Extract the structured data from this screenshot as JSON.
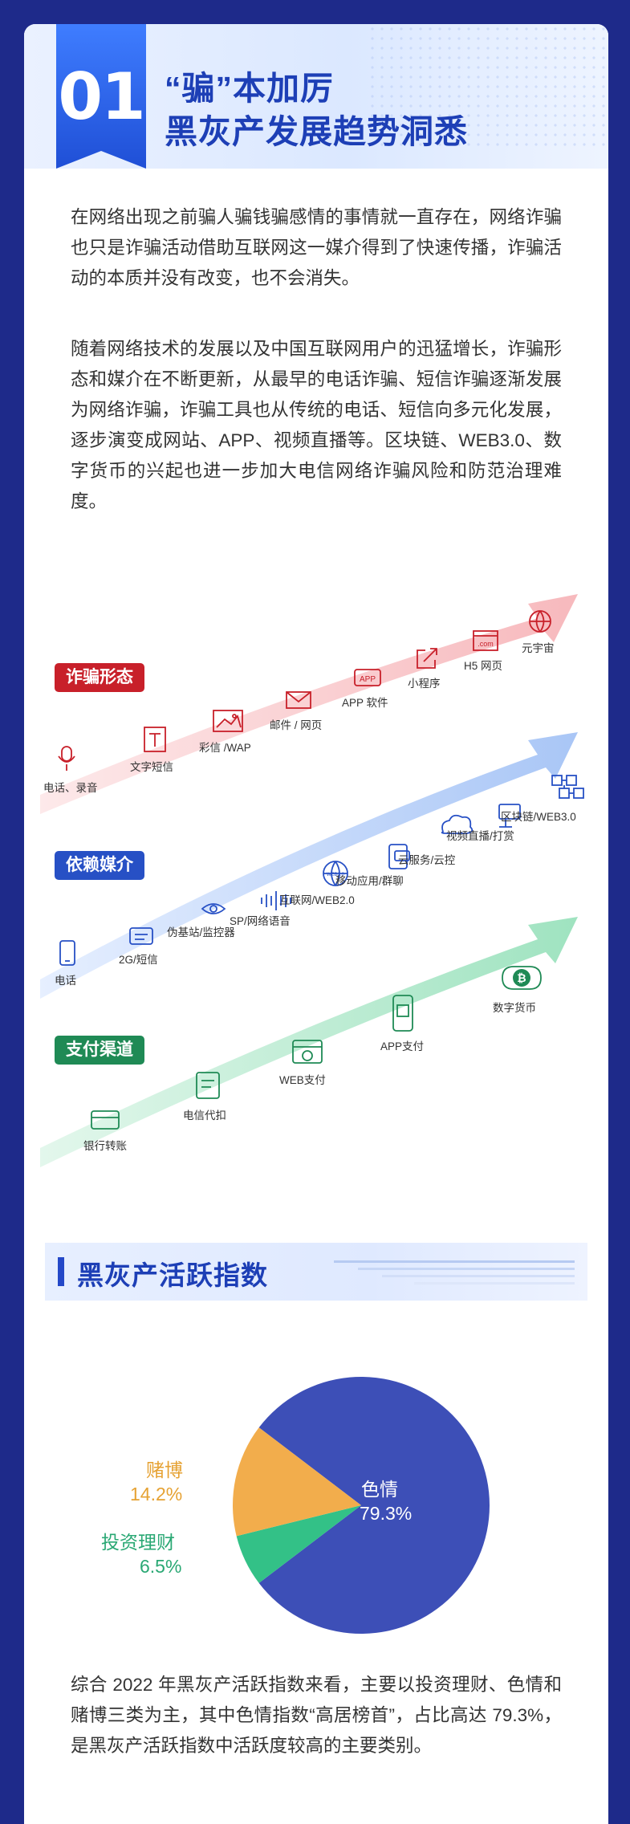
{
  "section1": {
    "number": "01",
    "title_line1": "“骗”本加厉",
    "title_line2": "黑灰产发展趋势洞悉",
    "para1": "在网络出现之前骗人骗钱骗感情的事情就一直存在，网络诈骗也只是诈骗活动借助互联网这一媒介得到了快速传播，诈骗活动的本质并没有改变，也不会消失。",
    "para2": "随着网络技术的发展以及中国互联网用户的迅猛增长，诈骗形态和媒介在不断更新，从最早的电话诈骗、短信诈骗逐渐发展为网络诈骗，诈骗工具也从传统的电话、短信向多元化发展，逐步演变成网站、APP、视频直播等。区块链、WEB3.0、数字货币的兴起也进一步加大电信网络诈骗风险和防范治理难度。"
  },
  "diagram": {
    "rows": [
      {
        "tag": "诈骗形态",
        "color": "#c8202a",
        "items": [
          "电话、录音",
          "文字短信",
          "彩信 /WAP",
          "邮件 / 网页",
          "APP 软件",
          "小程序",
          "H5 网页",
          "元宇宙"
        ],
        "icons": [
          "microphone-icon",
          "text-message-icon",
          "image-icon",
          "mail-icon",
          "app-icon",
          "mini-program-icon",
          "h5-webpage-icon",
          "metaverse-icon"
        ],
        "icon_text": {
          "app": "APP",
          "h5": ".com"
        }
      },
      {
        "tag": "依赖媒介",
        "color": "#2750c5",
        "items": [
          "电话",
          "2G/短信",
          "伪基站/监控器",
          "SP/网络语音",
          "互联网/WEB2.0",
          "移动应用/群聊",
          "云服务/云控",
          "视频直播/打赏",
          "区块链/WEB3.0"
        ],
        "icons": [
          "phone-icon",
          "sms-icon",
          "surveillance-eye-icon",
          "voice-wave-icon",
          "web-globe-icon",
          "mobile-chat-icon",
          "cloud-icon",
          "live-stream-icon",
          "blockchain-icon"
        ],
        "icon_text": {
          "web2": "WEB2.0"
        }
      },
      {
        "tag": "支付渠道",
        "color": "#1f8a55",
        "items": [
          "银行转账",
          "电信代扣",
          "WEB支付",
          "APP支付",
          "数字货币"
        ],
        "icons": [
          "bank-card-icon",
          "telecom-deduct-icon",
          "web-pay-icon",
          "app-pay-icon",
          "bitcoin-icon"
        ]
      }
    ]
  },
  "section2": {
    "title": "黑灰产活跃指数",
    "para": "综合 2022 年黑灰产活跃指数来看，主要以投资理财、色情和赌博三类为主，其中色情指数“高居榜首”，占比高达 79.3%，是黑灰产活跃指数中活跃度较高的主要类别。"
  },
  "colors": {
    "brand_blue": "#1d3fb6",
    "page_bg": "#1e2a8a",
    "pie_main": "#3d4fb7",
    "pie_gamble": "#f2ad4c",
    "pie_invest": "#33c187"
  },
  "chart_data": {
    "type": "pie",
    "categories": [
      "色情",
      "赌博",
      "投资理财"
    ],
    "values": [
      79.3,
      14.2,
      6.5
    ],
    "labels": [
      "79.3%",
      "14.2%",
      "6.5%"
    ],
    "colors": [
      "#3d4fb7",
      "#f2ad4c",
      "#33c187"
    ]
  }
}
